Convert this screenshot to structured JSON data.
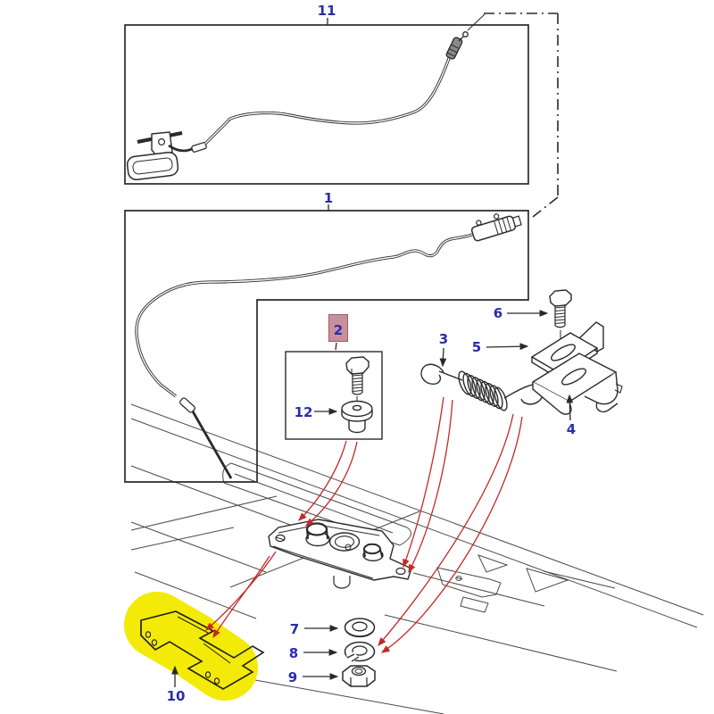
{
  "figure": {
    "kind": "exploded-parts-diagram"
  },
  "colors": {
    "callout_blue": "#2b2bad",
    "leader_red": "#c62828",
    "highlight_yellow": "#f4ea07",
    "highlight_pink": "#c7909b",
    "highlight_pink_border": "#a2596a",
    "line_dark": "#2a2a2a",
    "panel_line": "#4a4a4a",
    "background": "#ffffff"
  },
  "callouts": {
    "c11": "11",
    "c1": "1",
    "c2": "2",
    "c12": "12",
    "c3": "3",
    "c6": "6",
    "c5": "5",
    "c4": "4",
    "c7": "7",
    "c8": "8",
    "c9": "9",
    "c10": "10"
  }
}
